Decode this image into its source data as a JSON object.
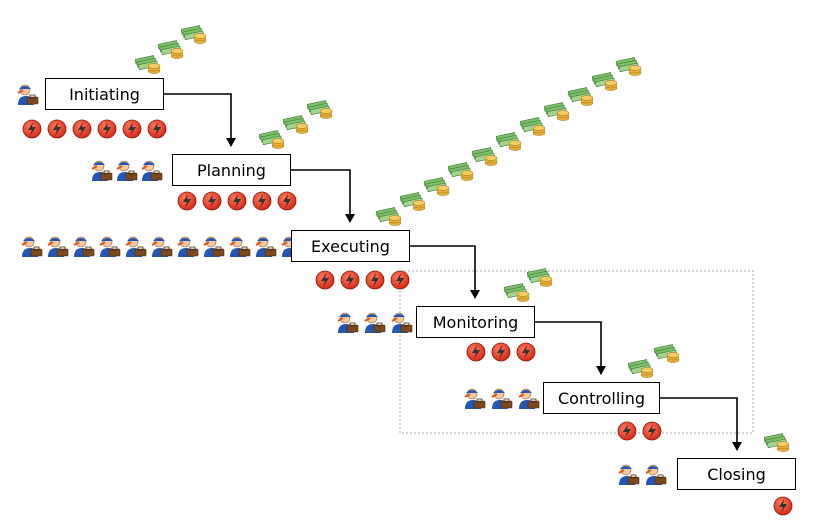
{
  "phases": [
    {
      "id": "initiating",
      "label": "Initiating",
      "people": 1,
      "risks": 6,
      "money": 3
    },
    {
      "id": "planning",
      "label": "Planning",
      "people": 3,
      "risks": 5,
      "money": 3
    },
    {
      "id": "executing",
      "label": "Executing",
      "people": 11,
      "risks": 4,
      "money": 11
    },
    {
      "id": "monitoring",
      "label": "Monitoring",
      "people": 3,
      "risks": 3,
      "money": 2
    },
    {
      "id": "controlling",
      "label": "Controlling",
      "people": 3,
      "risks": 2,
      "money": 2
    },
    {
      "id": "closing",
      "label": "Closing",
      "people": 2,
      "risks": 1,
      "money": 1
    }
  ],
  "icons": {
    "person": "worker-icon",
    "risk": "lightning-risk-icon",
    "money": "money-stack-icon"
  },
  "colors": {
    "risk_red": "#d62a1a",
    "money_green": "#7cbf6a",
    "coin_gold": "#e8b23a",
    "person_blue": "#2456b8",
    "dotted_border": "#aaaaaa"
  }
}
